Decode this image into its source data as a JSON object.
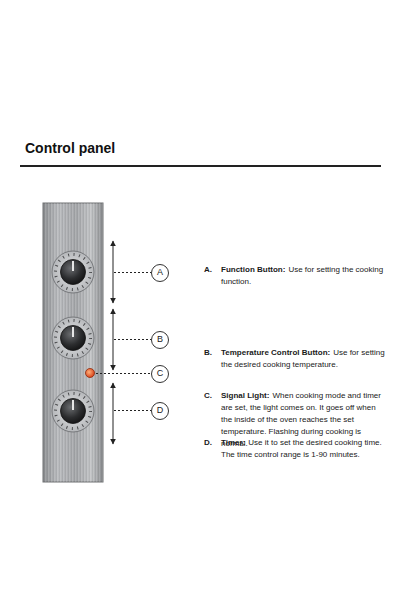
{
  "diagram": {
    "title": "Control panel",
    "nodes": [
      {
        "text": [
          "A"
        ]
      },
      {
        "text": [
          "B"
        ]
      },
      {
        "text": [
          "C"
        ]
      },
      {
        "text": [
          "D"
        ]
      }
    ],
    "labels": [
      "A.",
      "Function Button:",
      "Use for setting the cooking function.",
      "B.",
      "Temperature Control Button:",
      "Use for setting the desired cooking temperature.",
      "C.",
      "Signal Light:",
      "When cooking mode and timer are set, the light comes on. It goes off when the inside of the oven reaches the set temperature. Flashing during cooking is normal.",
      "D.",
      "Timer:",
      "Use it to set the desired cooking time. The time control range is 1-90 minutes."
    ]
  }
}
